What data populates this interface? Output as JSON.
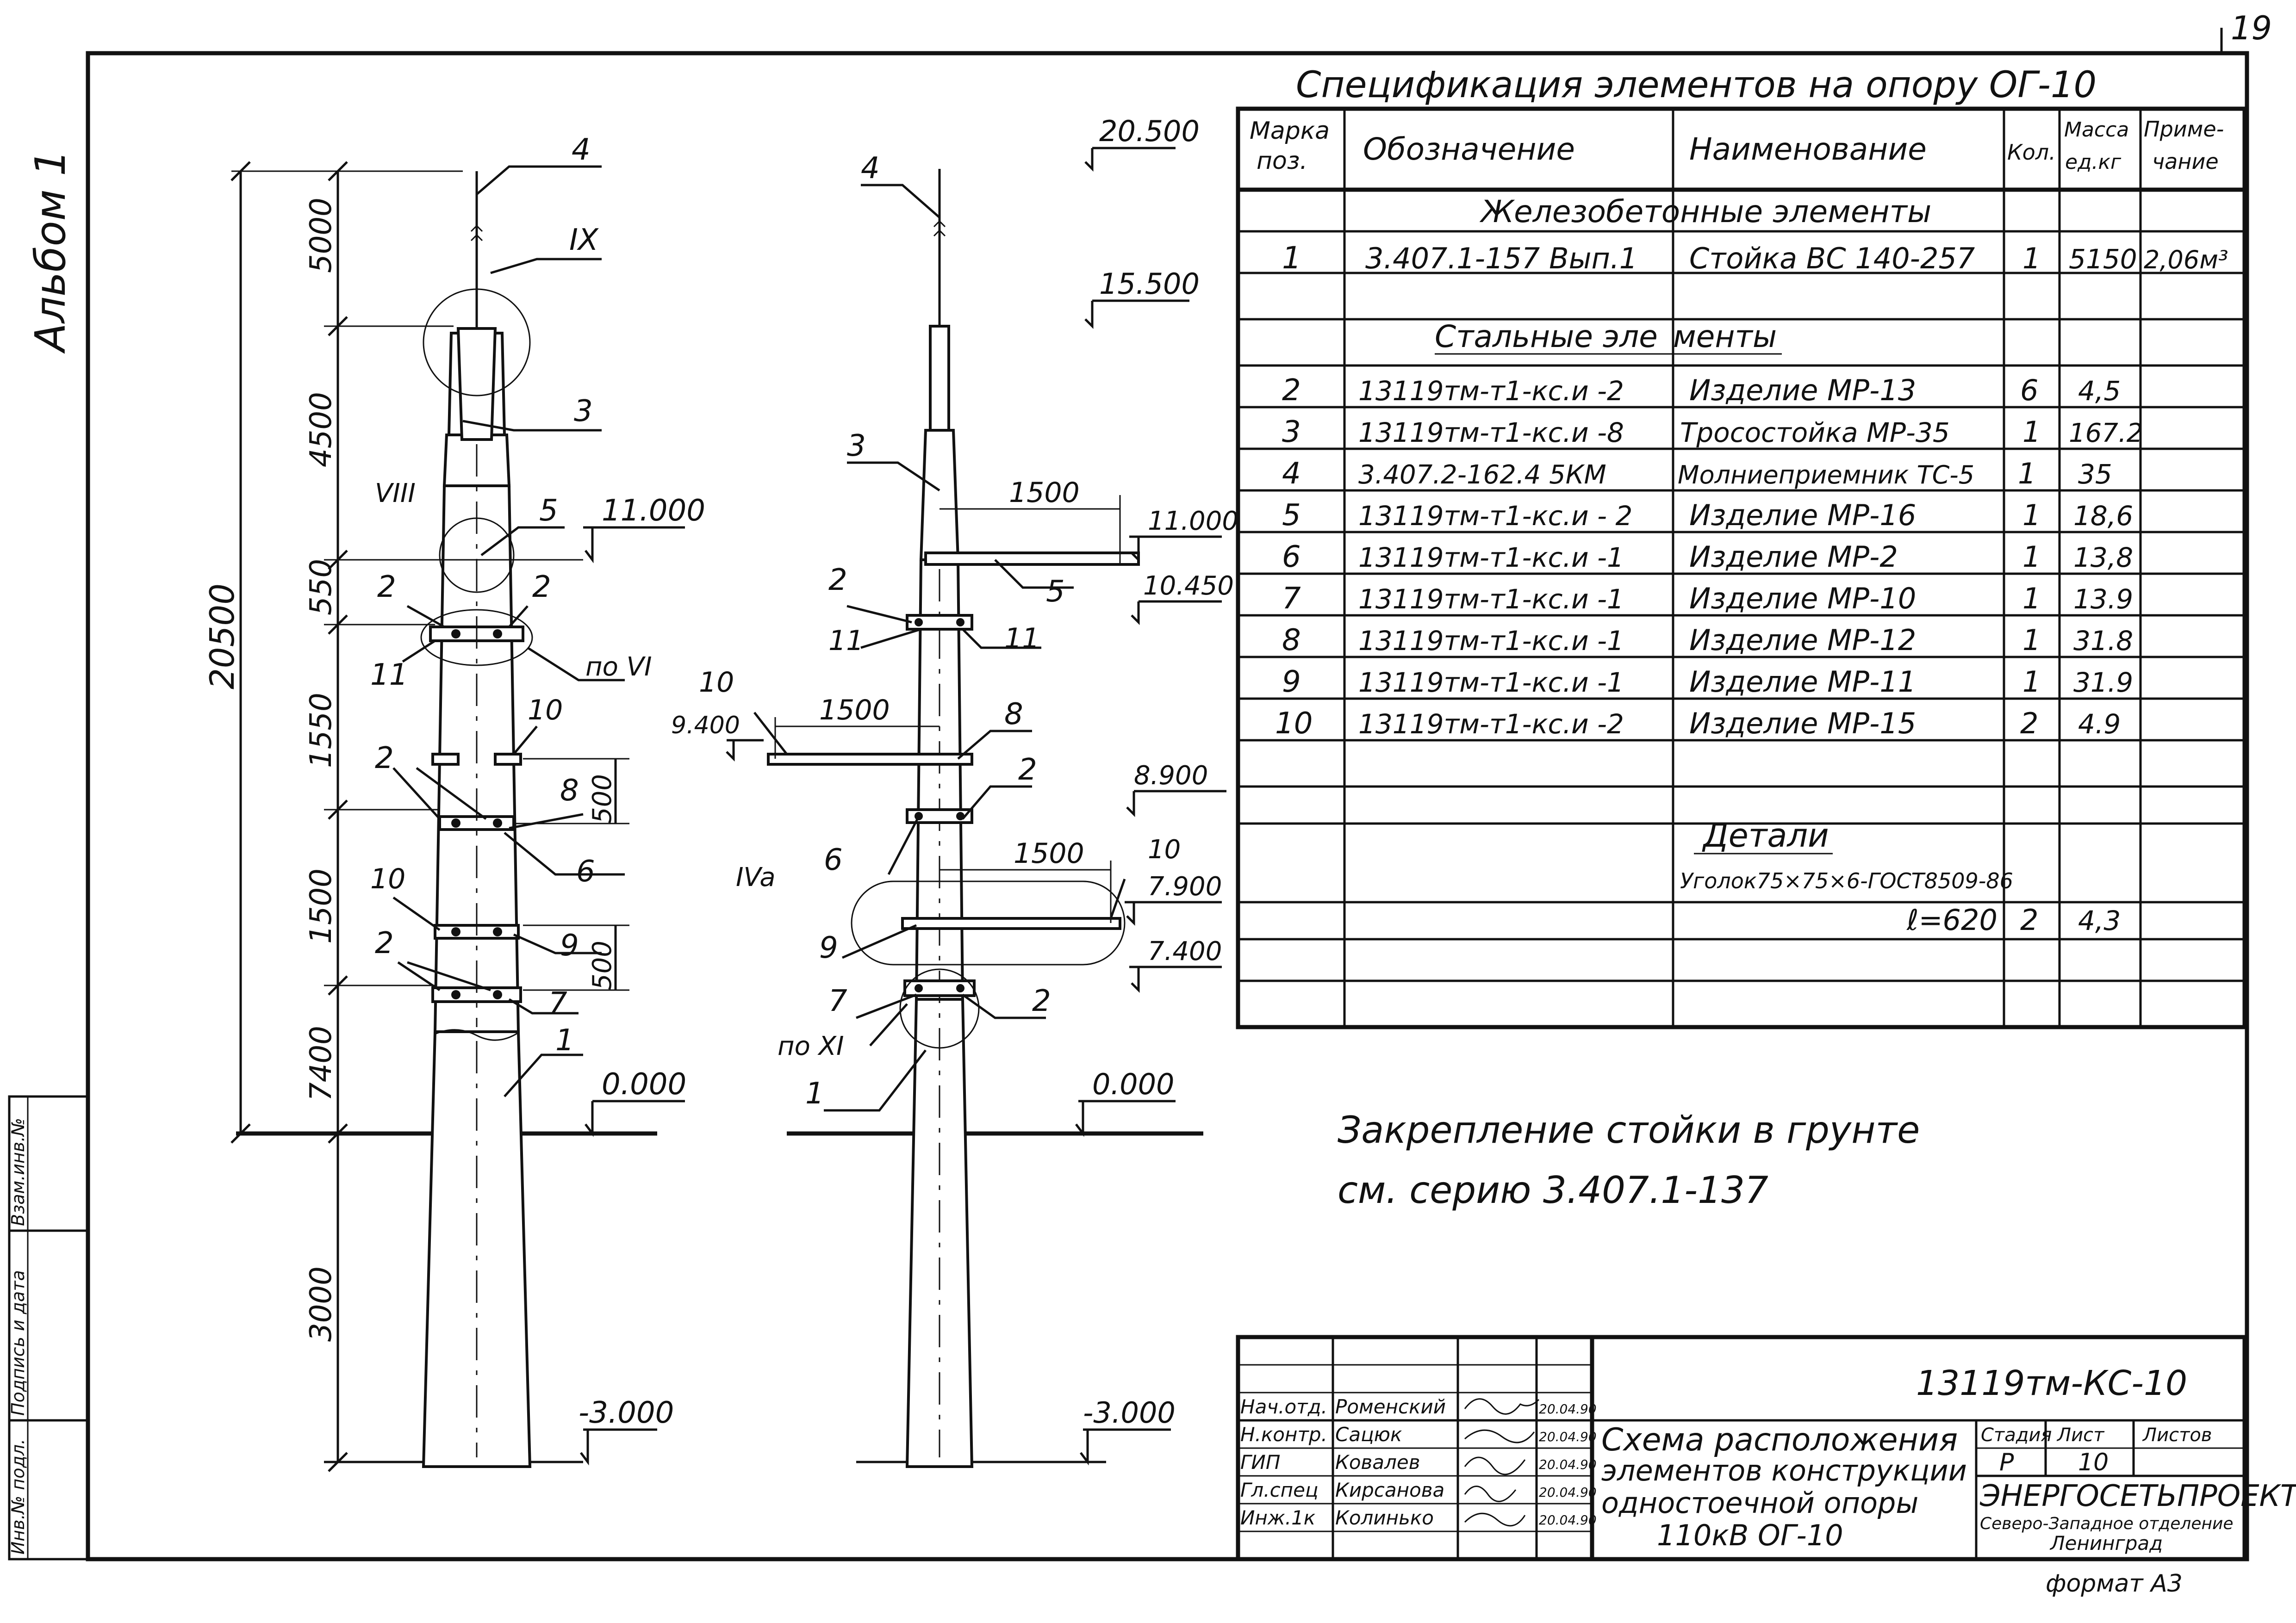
{
  "corner_page_mark": "19",
  "album_label": "Альбом 1",
  "side_stamp": {
    "inv_podl": "Инв.№ подл.",
    "podpis_data": "Подпись и дата",
    "vzam_inv": "Взам.инв.№"
  },
  "spec": {
    "title": "Спецификация элементов на опору ОГ-10",
    "headers": [
      "Марка поз.",
      "Обозначение",
      "Наименование",
      "Кол.",
      "Масса ед.кг",
      "Приме- чание"
    ],
    "header_split": {
      "marka1": "Марка",
      "marka2": "поз.",
      "designation": "Обозначение",
      "name": "Наименование",
      "qty": "Кол.",
      "mass1": "Масса",
      "mass2": "ед.кг",
      "note1": "Приме-",
      "note2": "чание"
    },
    "section_rc": "Железобетонные элементы",
    "rc_rows": [
      {
        "pos": "1",
        "designation": "3.407.1-157 Вып.1",
        "name": "Стойка ВС 140-257",
        "qty": "1",
        "mass": "5150",
        "note": "2,06м³"
      }
    ],
    "section_steel_a": "Стальные эле",
    "section_steel_b": "менты",
    "steel_rows": [
      {
        "pos": "2",
        "designation": "13119тм-т1-кс.и -2",
        "name": "Изделие МР-13",
        "qty": "6",
        "mass": "4,5"
      },
      {
        "pos": "3",
        "designation": "13119тм-т1-кс.и -8",
        "name": "Тросостойка МР-35",
        "qty": "1",
        "mass": "167.2"
      },
      {
        "pos": "4",
        "designation": "3.407.2-162.4   5КМ",
        "name": "Молниеприемник ТС-5",
        "qty": "1",
        "mass": "35"
      },
      {
        "pos": "5",
        "designation": "13119тм-т1-кс.и - 2",
        "name": "Изделие МР-16",
        "qty": "1",
        "mass": "18,6"
      },
      {
        "pos": "6",
        "designation": "13119тм-т1-кс.и -1",
        "name": "Изделие МР-2",
        "qty": "1",
        "mass": "13,8"
      },
      {
        "pos": "7",
        "designation": "13119тм-т1-кс.и -1",
        "name": "Изделие МР-10",
        "qty": "1",
        "mass": "13.9"
      },
      {
        "pos": "8",
        "designation": "13119тм-т1-кс.и -1",
        "name": "Изделие МР-12",
        "qty": "1",
        "mass": "31.8"
      },
      {
        "pos": "9",
        "designation": "13119тм-т1-кс.и -1",
        "name": "Изделие МР-11",
        "qty": "1",
        "mass": "31.9"
      },
      {
        "pos": "10",
        "designation": "13119тм-т1-кс.и -2",
        "name": "Изделие МР-15",
        "qty": "2",
        "mass": "4.9"
      }
    ],
    "section_details": "Детали",
    "detail_line1": "Уголок75×75×6-ГОСТ8509-86",
    "detail_line2": "ℓ=620",
    "detail_qty": "2",
    "detail_mass": "4,3"
  },
  "note": {
    "line1": "Закрепление стойки в грунте",
    "line2": "см. серию 3.407.1-137"
  },
  "title_block": {
    "doc_code": "13119тм-КС-10",
    "title_lines": [
      "Схема расположения",
      "элементов конструкции",
      "одностоечной опоры",
      "110кВ ОГ-10"
    ],
    "stage_label": "Стадия",
    "sheet_label": "Лист",
    "sheets_label": "Листов",
    "stage": "Р",
    "sheet": "10",
    "org_name": "ЭНЕРГОСЕТЬПРОЕКТ",
    "org_branch": "Северо-Западное отделение",
    "org_city": "Ленинград",
    "format": "формат А3",
    "signatures": [
      {
        "role": "Нач.отд.",
        "name": "Роменский",
        "date": "20.04.90"
      },
      {
        "role": "Н.контр.",
        "name": "Сацюк",
        "date": "20.04.90"
      },
      {
        "role": "ГИП",
        "name": "Ковалев",
        "date": "20.04.90"
      },
      {
        "role": "Гл.спец",
        "name": "Кирсанова",
        "date": "20.04.90"
      },
      {
        "role": "Инж.1к",
        "name": "Колинько",
        "date": "20.04.90"
      }
    ]
  },
  "left_view": {
    "overall_dim": "20500",
    "segment_dims": [
      "5000",
      "4500",
      "550",
      "1550",
      "1500",
      "7400",
      "3000"
    ],
    "elevations": {
      "top": "11.000",
      "ground": "0.000",
      "bottom": "-3.000"
    },
    "dim_500_a": "500",
    "dim_500_b": "500",
    "callouts": {
      "c4": "4",
      "c3": "3",
      "c5": "5",
      "c2a": "2",
      "c2b": "2",
      "c11": "11",
      "c10a": "10",
      "c2c": "2",
      "c8": "8",
      "c6": "6",
      "c10b": "10",
      "c2d": "2",
      "c9": "9",
      "c7": "7",
      "c1": "1"
    },
    "node_IX": "IX",
    "node_VIII": "VIII",
    "node_poVI": "по VI"
  },
  "right_view": {
    "elevations": {
      "top": "20.500",
      "e15": "15.500",
      "e11": "11.000",
      "e10": "10.450",
      "e9": "9.400",
      "e8": "8.900",
      "e79": "7.900",
      "e74": "7.400",
      "ground": "0.000",
      "bottom": "-3.000"
    },
    "arm_1500_a": "1500",
    "arm_1500_b": "1500",
    "arm_1500_c": "1500",
    "callouts": {
      "c4": "4",
      "c3": "3",
      "c5": "5",
      "c2a": "2",
      "c11a": "11",
      "c11b": "11",
      "c10a": "10",
      "c8": "8",
      "c2b": "2",
      "c6": "6",
      "c10b": "10",
      "c9": "9",
      "c7": "7",
      "c2c": "2",
      "c1": "1"
    },
    "node_IVa": "IVa",
    "node_poXI": "по XI"
  }
}
